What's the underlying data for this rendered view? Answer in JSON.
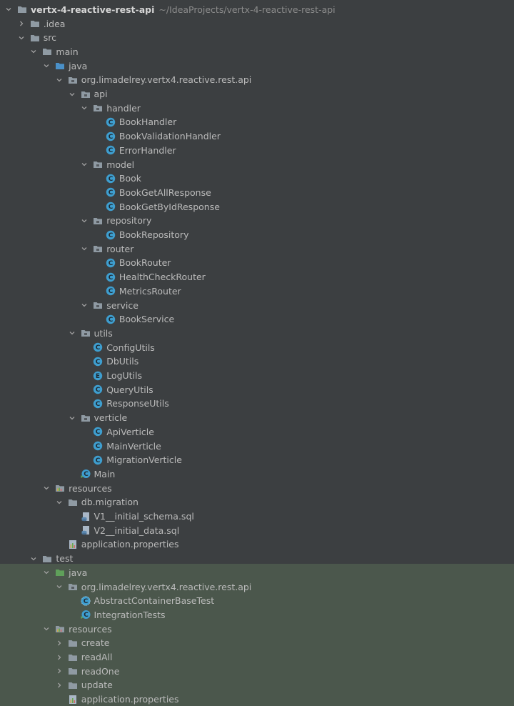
{
  "project": {
    "name": "vertx-4-reactive-rest-api",
    "path": "~/IdeaProjects/vertx-4-reactive-rest-api"
  },
  "colors": {
    "background": "#3c3f41",
    "test_background": "#4b574c",
    "text": "#bbbbbb",
    "folder": "#8f9aa3",
    "source_folder": "#4a90c8",
    "test_folder": "#5fa05a",
    "class_icon": "#3e9ecf"
  },
  "tree": [
    {
      "label": "vertx-4-reactive-rest-api",
      "depth": 0,
      "chevron": "down",
      "icon": "folder-icon",
      "root": true
    },
    {
      "label": ".idea",
      "depth": 1,
      "chevron": "right",
      "icon": "folder-icon"
    },
    {
      "label": "src",
      "depth": 1,
      "chevron": "down",
      "icon": "folder-icon"
    },
    {
      "label": "main",
      "depth": 2,
      "chevron": "down",
      "icon": "folder-icon"
    },
    {
      "label": "java",
      "depth": 3,
      "chevron": "down",
      "icon": "source-folder-icon"
    },
    {
      "label": "org.limadelrey.vertx4.reactive.rest.api",
      "depth": 4,
      "chevron": "down",
      "icon": "package-icon"
    },
    {
      "label": "api",
      "depth": 5,
      "chevron": "down",
      "icon": "package-icon"
    },
    {
      "label": "handler",
      "depth": 6,
      "chevron": "down",
      "icon": "package-icon"
    },
    {
      "label": "BookHandler",
      "depth": 7,
      "chevron": "none",
      "icon": "class-icon"
    },
    {
      "label": "BookValidationHandler",
      "depth": 7,
      "chevron": "none",
      "icon": "class-icon"
    },
    {
      "label": "ErrorHandler",
      "depth": 7,
      "chevron": "none",
      "icon": "class-icon"
    },
    {
      "label": "model",
      "depth": 6,
      "chevron": "down",
      "icon": "package-icon"
    },
    {
      "label": "Book",
      "depth": 7,
      "chevron": "none",
      "icon": "class-icon"
    },
    {
      "label": "BookGetAllResponse",
      "depth": 7,
      "chevron": "none",
      "icon": "class-icon"
    },
    {
      "label": "BookGetByIdResponse",
      "depth": 7,
      "chevron": "none",
      "icon": "class-icon"
    },
    {
      "label": "repository",
      "depth": 6,
      "chevron": "down",
      "icon": "package-icon"
    },
    {
      "label": "BookRepository",
      "depth": 7,
      "chevron": "none",
      "icon": "class-icon"
    },
    {
      "label": "router",
      "depth": 6,
      "chevron": "down",
      "icon": "package-icon"
    },
    {
      "label": "BookRouter",
      "depth": 7,
      "chevron": "none",
      "icon": "class-icon"
    },
    {
      "label": "HealthCheckRouter",
      "depth": 7,
      "chevron": "none",
      "icon": "class-icon"
    },
    {
      "label": "MetricsRouter",
      "depth": 7,
      "chevron": "none",
      "icon": "class-icon"
    },
    {
      "label": "service",
      "depth": 6,
      "chevron": "down",
      "icon": "package-icon"
    },
    {
      "label": "BookService",
      "depth": 7,
      "chevron": "none",
      "icon": "class-icon"
    },
    {
      "label": "utils",
      "depth": 5,
      "chevron": "down",
      "icon": "package-icon"
    },
    {
      "label": "ConfigUtils",
      "depth": 6,
      "chevron": "none",
      "icon": "class-icon"
    },
    {
      "label": "DbUtils",
      "depth": 6,
      "chevron": "none",
      "icon": "class-icon"
    },
    {
      "label": "LogUtils",
      "depth": 6,
      "chevron": "none",
      "icon": "enum-icon"
    },
    {
      "label": "QueryUtils",
      "depth": 6,
      "chevron": "none",
      "icon": "class-icon"
    },
    {
      "label": "ResponseUtils",
      "depth": 6,
      "chevron": "none",
      "icon": "class-icon"
    },
    {
      "label": "verticle",
      "depth": 5,
      "chevron": "down",
      "icon": "package-icon"
    },
    {
      "label": "ApiVerticle",
      "depth": 6,
      "chevron": "none",
      "icon": "class-icon"
    },
    {
      "label": "MainVerticle",
      "depth": 6,
      "chevron": "none",
      "icon": "class-icon"
    },
    {
      "label": "MigrationVerticle",
      "depth": 6,
      "chevron": "none",
      "icon": "class-icon"
    },
    {
      "label": "Main",
      "depth": 5,
      "chevron": "none",
      "icon": "main-class-icon"
    },
    {
      "label": "resources",
      "depth": 3,
      "chevron": "down",
      "icon": "resources-folder-icon"
    },
    {
      "label": "db.migration",
      "depth": 4,
      "chevron": "down",
      "icon": "folder-icon"
    },
    {
      "label": "V1__initial_schema.sql",
      "depth": 5,
      "chevron": "none",
      "icon": "sql-file-icon"
    },
    {
      "label": "V2__initial_data.sql",
      "depth": 5,
      "chevron": "none",
      "icon": "sql-file-icon"
    },
    {
      "label": "application.properties",
      "depth": 4,
      "chevron": "none",
      "icon": "properties-file-icon"
    },
    {
      "label": "test",
      "depth": 2,
      "chevron": "down",
      "icon": "folder-icon"
    },
    {
      "label": "java",
      "depth": 3,
      "chevron": "down",
      "icon": "test-folder-icon"
    },
    {
      "label": "org.limadelrey.vertx4.reactive.rest.api",
      "depth": 4,
      "chevron": "down",
      "icon": "package-icon"
    },
    {
      "label": "AbstractContainerBaseTest",
      "depth": 5,
      "chevron": "none",
      "icon": "abstract-class-icon"
    },
    {
      "label": "IntegrationTests",
      "depth": 5,
      "chevron": "none",
      "icon": "main-class-icon"
    },
    {
      "label": "resources",
      "depth": 3,
      "chevron": "down",
      "icon": "test-resources-folder-icon"
    },
    {
      "label": "create",
      "depth": 4,
      "chevron": "right",
      "icon": "folder-icon"
    },
    {
      "label": "readAll",
      "depth": 4,
      "chevron": "right",
      "icon": "folder-icon"
    },
    {
      "label": "readOne",
      "depth": 4,
      "chevron": "right",
      "icon": "folder-icon"
    },
    {
      "label": "update",
      "depth": 4,
      "chevron": "right",
      "icon": "folder-icon"
    },
    {
      "label": "application.properties",
      "depth": 4,
      "chevron": "none",
      "icon": "properties-file-icon"
    }
  ]
}
